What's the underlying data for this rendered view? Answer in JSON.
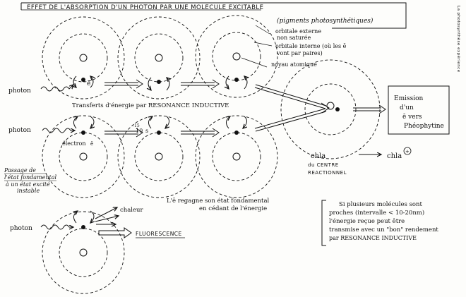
{
  "title": {
    "line1": "EFFET DE L'ABSORPTION D'UN PHOTON PAR UNE MOLECULE EXCITABLE",
    "line2": "(pigments photosynthétiques)"
  },
  "side_note": "La photosynthèse expérience",
  "labels": {
    "outer_orbital": [
      "orbitale externe",
      "non saturée"
    ],
    "inner_orbital": [
      "orbitale interne (où les ē",
      "vont par paires)"
    ],
    "nucleus": "noyau atomique",
    "photon": "photon",
    "electron": "électron",
    "e_bar": "ē",
    "e_bar_1": "ē",
    "time_exp": "10",
    "time_exp_sup": "-15",
    "time_unit": "s",
    "transfer": "Transferts d'énergie par RESONANCE INDUCTIVE",
    "emission": [
      "Emission",
      "d'un",
      "ē vers",
      "Phéophytine"
    ],
    "chla": "chla",
    "chla_plus": "chla",
    "chla_charge": "+",
    "center": [
      "du CENTRE",
      "REACTIONNEL"
    ],
    "passage": [
      "Passage de",
      "l'état fondamental",
      "à un état excité",
      "instable"
    ],
    "regain": [
      "L'ē regagne son état fondamental",
      "en cédant de l'énergie"
    ],
    "heat": "chaleur",
    "fluor": "FLUORESCENCE",
    "note": [
      "Si plusieurs molécules sont",
      "proches (intervalle < 10-20nm)",
      "l'énergie reçue peut être",
      "transmise avec un \"bon\" rendement",
      "par RESONANCE INDUCTIVE"
    ]
  }
}
